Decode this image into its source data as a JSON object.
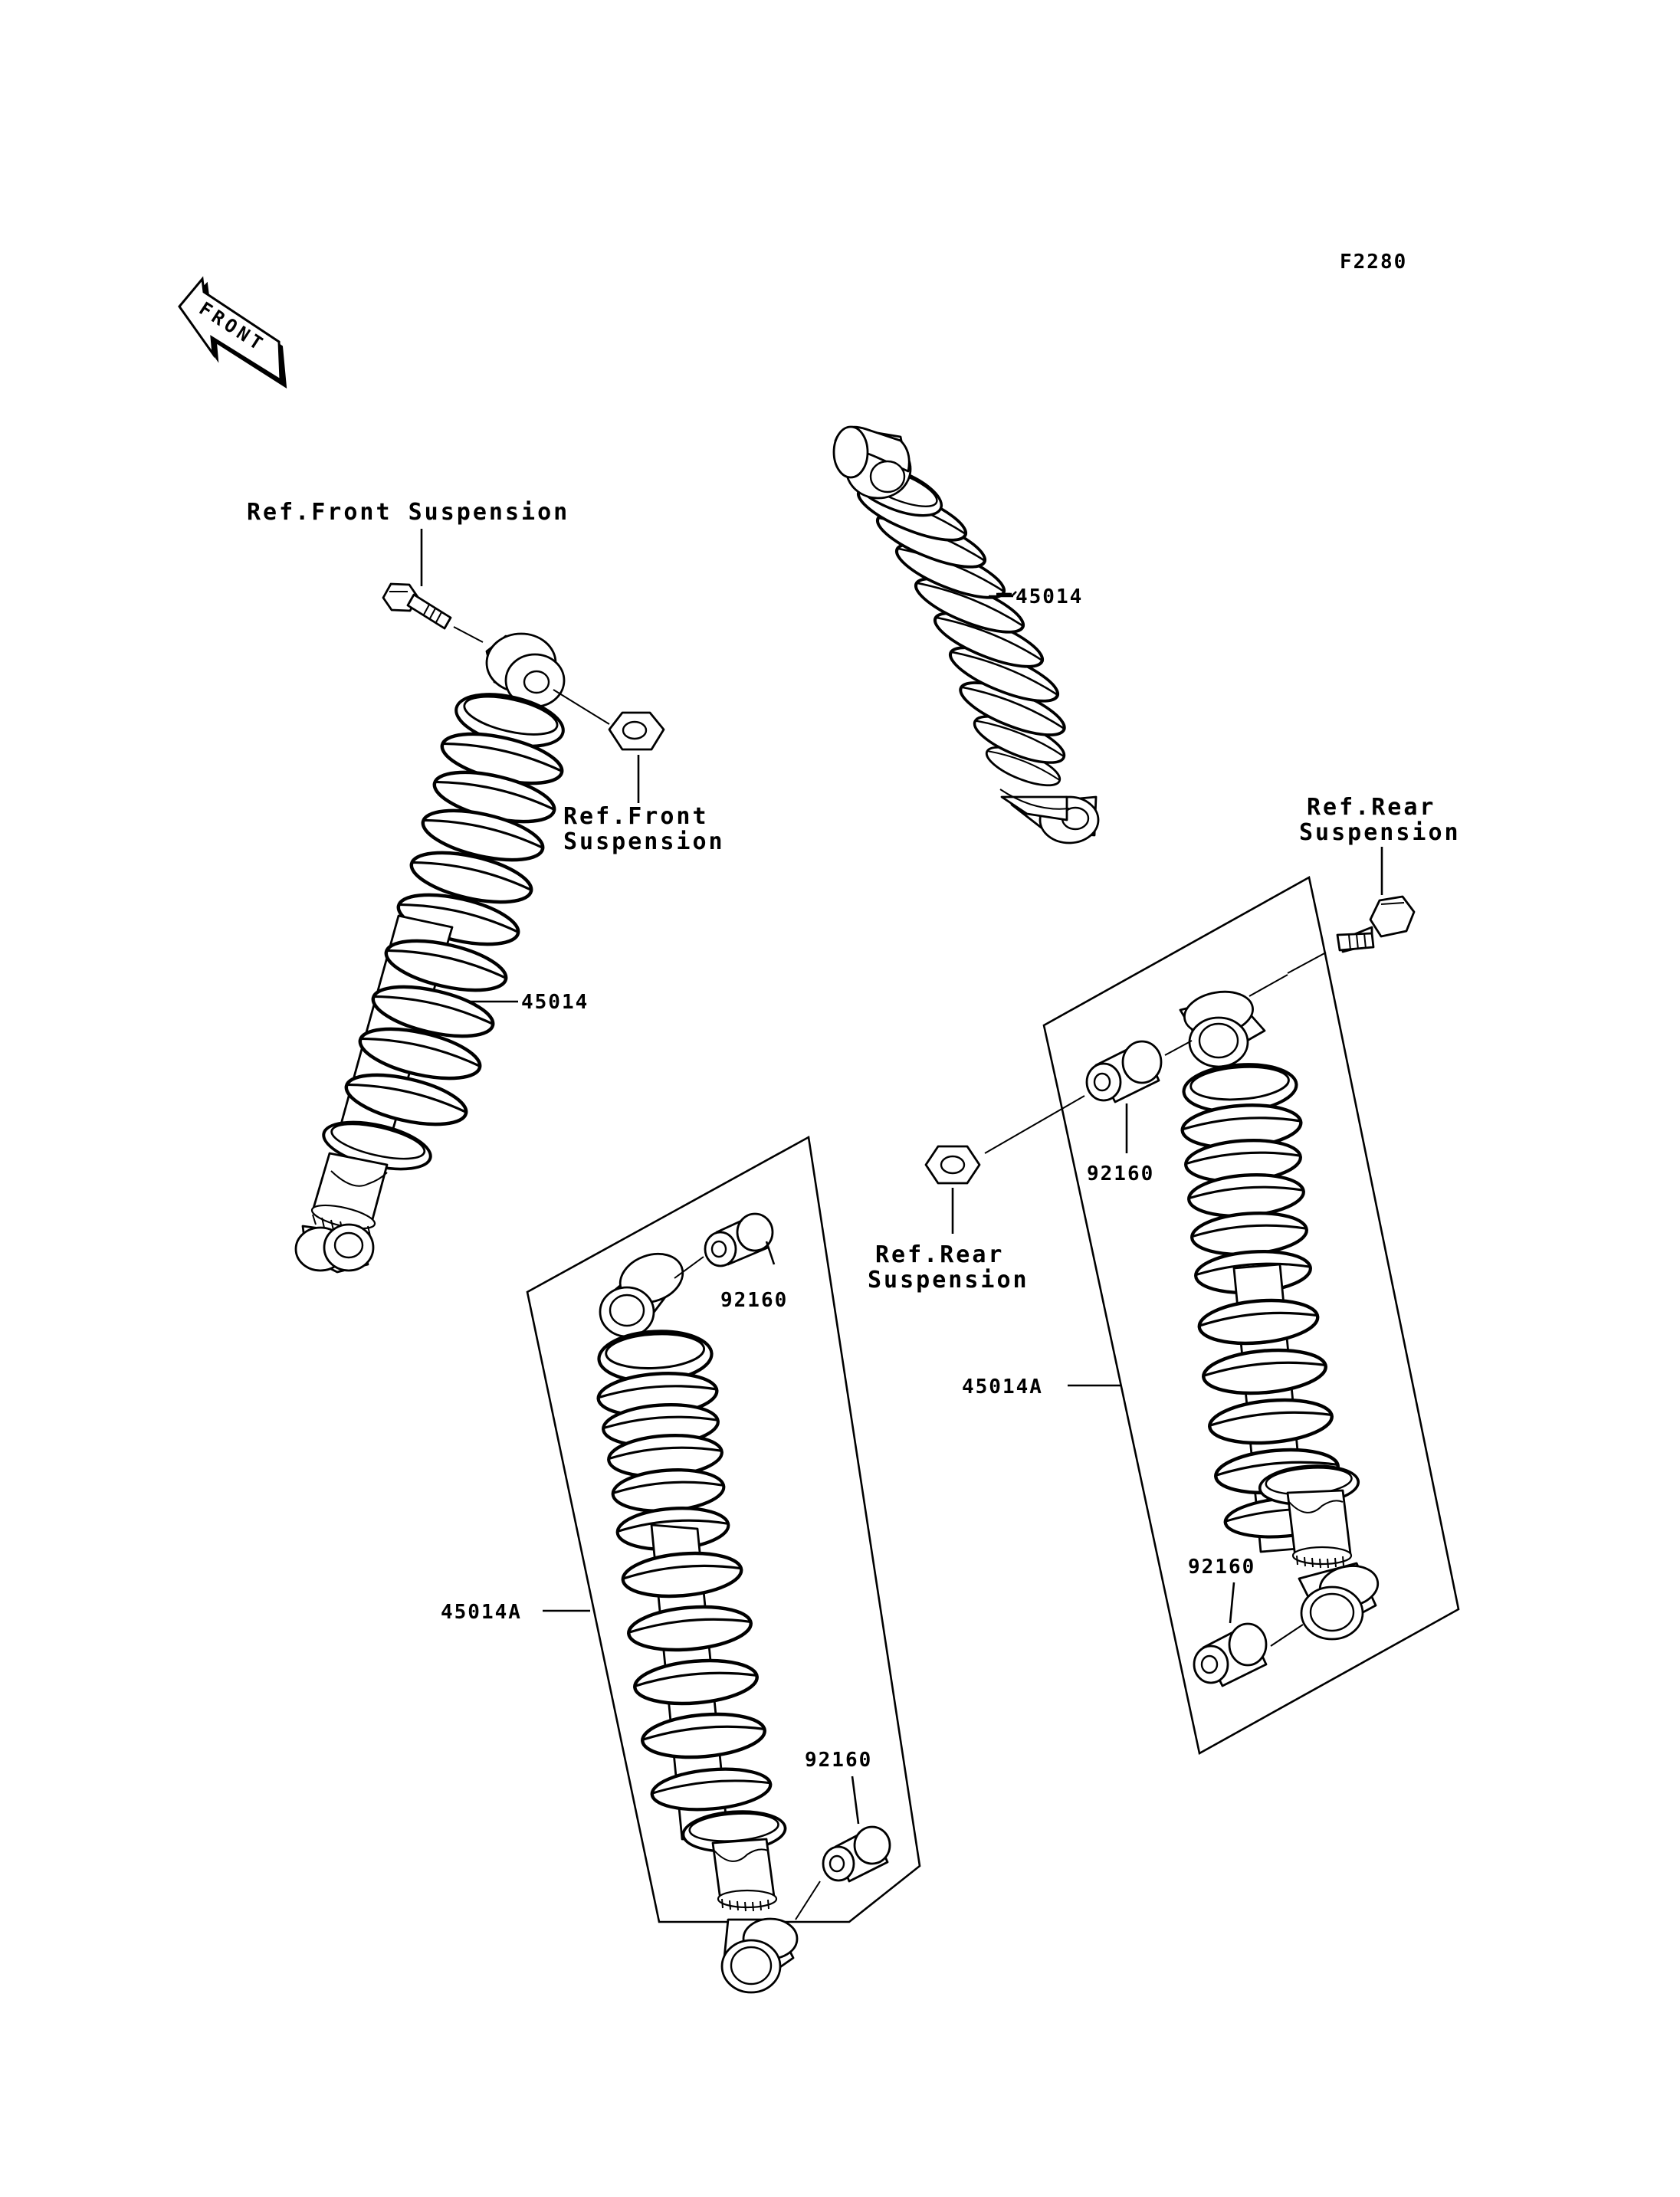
{
  "diagram": {
    "figure_code": "F2280",
    "front_arrow_label": "FRONT",
    "labels": {
      "ref_front_suspension_top": "Ref.Front Suspension",
      "ref_front_suspension_nut_line1": "Ref.Front",
      "ref_front_suspension_nut_line2": "Suspension",
      "ref_rear_suspension_bolt_line1": "Ref.Rear",
      "ref_rear_suspension_bolt_line2": "Suspension",
      "ref_rear_suspension_nut_line1": "Ref.Rear",
      "ref_rear_suspension_nut_line2": "Suspension"
    },
    "part_numbers": {
      "shock_top": "45014",
      "shock_left": "45014",
      "shock_assembly_left": "45014A",
      "shock_assembly_right": "45014A",
      "bushing_left_upper": "92160",
      "bushing_left_lower": "92160",
      "bushing_right_upper": "92160",
      "bushing_right_lower": "92160"
    }
  }
}
